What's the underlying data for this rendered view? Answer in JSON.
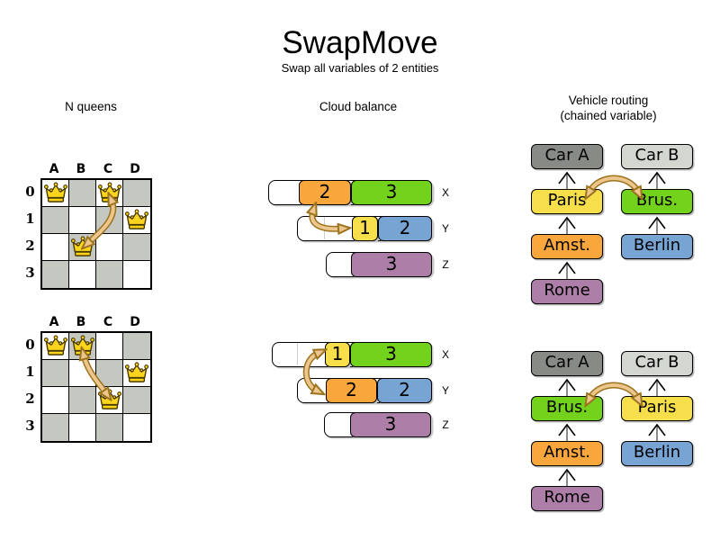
{
  "header": {
    "title": "SwapMove",
    "subtitle": "Swap all variables of 2 entities"
  },
  "sections": {
    "nqueens_title": "N queens",
    "cloud_title": "Cloud balance",
    "vrp_title_line1": "Vehicle routing",
    "vrp_title_line2": "(chained variable)"
  },
  "palette": {
    "yellow": "#f7df4b",
    "orange": "#f9a63d",
    "green": "#73d21c",
    "blue": "#78a4d4",
    "purple": "#ad7fa8",
    "dark_gray": "#888a85",
    "light_gray": "#d3d7cf",
    "board_dark_square": "#c4c8c0",
    "queen_gold": "#fbd51d",
    "swap_arrow_fill": "#ecc68c",
    "swap_arrow_border": "#9c731f"
  },
  "nqueens": {
    "columns": [
      "A",
      "B",
      "C",
      "D"
    ],
    "rows": [
      "0",
      "1",
      "2",
      "3"
    ],
    "before": {
      "queens": [
        "A0",
        "C0",
        "D1",
        "B2"
      ],
      "swap": [
        "C0",
        "B2"
      ]
    },
    "after": {
      "queens": [
        "A0",
        "B0",
        "D1",
        "C2"
      ],
      "swap": [
        "B0",
        "C2"
      ]
    }
  },
  "cloud": {
    "before": {
      "rows": [
        {
          "label": "X",
          "blocks": [
            {
              "value": "2",
              "color": "#f9a63d"
            },
            {
              "value": "3",
              "color": "#73d21c"
            }
          ]
        },
        {
          "label": "Y",
          "blocks": [
            {
              "value": "1",
              "color": "#f7df4b"
            },
            {
              "value": "2",
              "color": "#78a4d4"
            }
          ]
        },
        {
          "label": "Z",
          "blocks": [
            {
              "value": "3",
              "color": "#ad7fa8"
            }
          ]
        }
      ],
      "swap": [
        "X.2",
        "Y.1"
      ]
    },
    "after": {
      "rows": [
        {
          "label": "X",
          "blocks": [
            {
              "value": "1",
              "color": "#f7df4b"
            },
            {
              "value": "3",
              "color": "#73d21c"
            }
          ]
        },
        {
          "label": "Y",
          "blocks": [
            {
              "value": "2",
              "color": "#f9a63d"
            },
            {
              "value": "2",
              "color": "#78a4d4"
            }
          ]
        },
        {
          "label": "Z",
          "blocks": [
            {
              "value": "3",
              "color": "#ad7fa8"
            }
          ]
        }
      ],
      "swap": [
        "X.1",
        "Y.2"
      ]
    }
  },
  "vrp": {
    "before": {
      "chains": [
        {
          "car": "Car A",
          "car_color": "#888a85",
          "stops": [
            {
              "label": "Paris",
              "color": "#f7df4b"
            },
            {
              "label": "Amst.",
              "color": "#f9a63d"
            },
            {
              "label": "Rome",
              "color": "#ad7fa8"
            }
          ]
        },
        {
          "car": "Car B",
          "car_color": "#d3d7cf",
          "stops": [
            {
              "label": "Brus.",
              "color": "#73d21c"
            },
            {
              "label": "Berlin",
              "color": "#78a4d4"
            }
          ]
        }
      ],
      "swap": [
        "Paris",
        "Brus."
      ]
    },
    "after": {
      "chains": [
        {
          "car": "Car A",
          "car_color": "#888a85",
          "stops": [
            {
              "label": "Brus.",
              "color": "#73d21c"
            },
            {
              "label": "Amst.",
              "color": "#f9a63d"
            },
            {
              "label": "Rome",
              "color": "#ad7fa8"
            }
          ]
        },
        {
          "car": "Car B",
          "car_color": "#d3d7cf",
          "stops": [
            {
              "label": "Paris",
              "color": "#f7df4b"
            },
            {
              "label": "Berlin",
              "color": "#78a4d4"
            }
          ]
        }
      ],
      "swap": [
        "Brus.",
        "Paris"
      ]
    }
  }
}
